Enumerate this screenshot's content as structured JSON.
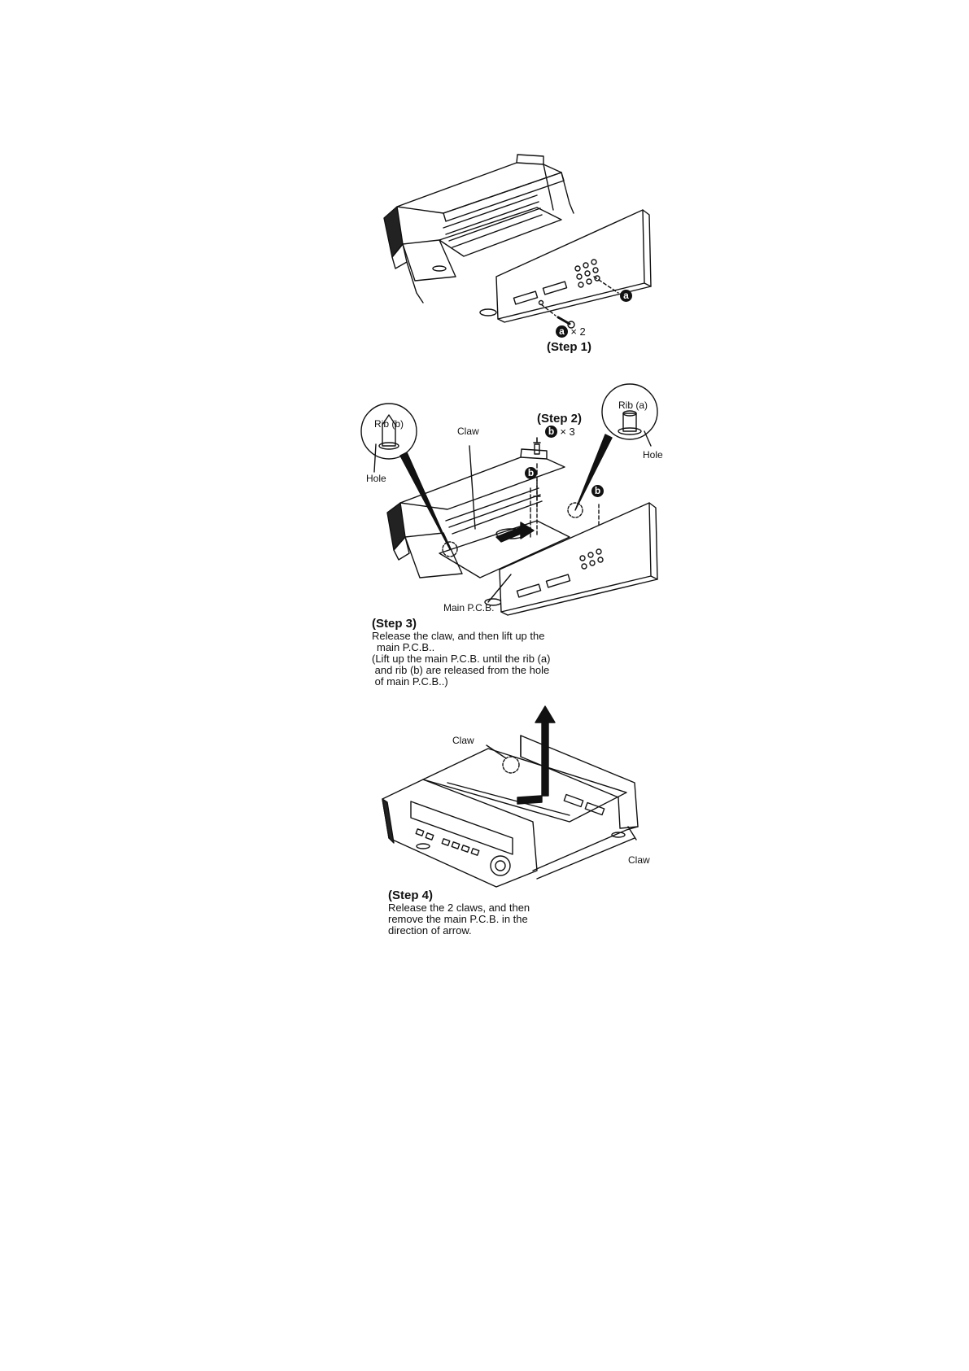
{
  "step1": {
    "screw_letter": "a",
    "count_label": "× 2",
    "step_label": "(Step 1)"
  },
  "step2": {
    "step_label": "(Step 2)",
    "screw_letter": "b",
    "count_label": "× 3",
    "rib_a_label": "Rib (a)",
    "rib_b_label": "Rib (b)",
    "hole_label_right": "Hole",
    "hole_label_left": "Hole",
    "claw_label": "Claw",
    "pcb_label": "Main P.C.B."
  },
  "step3": {
    "step_label": "(Step 3)",
    "lines": [
      "Release the claw, and then lift up the",
      "main P.C.B..",
      "(Lift up the main P.C.B. until the rib (a)",
      " and rib (b) are released from the hole",
      " of main P.C.B..)"
    ]
  },
  "step4": {
    "claw_top_label": "Claw",
    "claw_right_label": "Claw",
    "step_label": "(Step 4)",
    "lines": [
      "Release the 2 claws, and then",
      "remove the main P.C.B. in the",
      "direction of arrow."
    ]
  },
  "colors": {
    "ink": "#111111",
    "paper": "#ffffff"
  }
}
